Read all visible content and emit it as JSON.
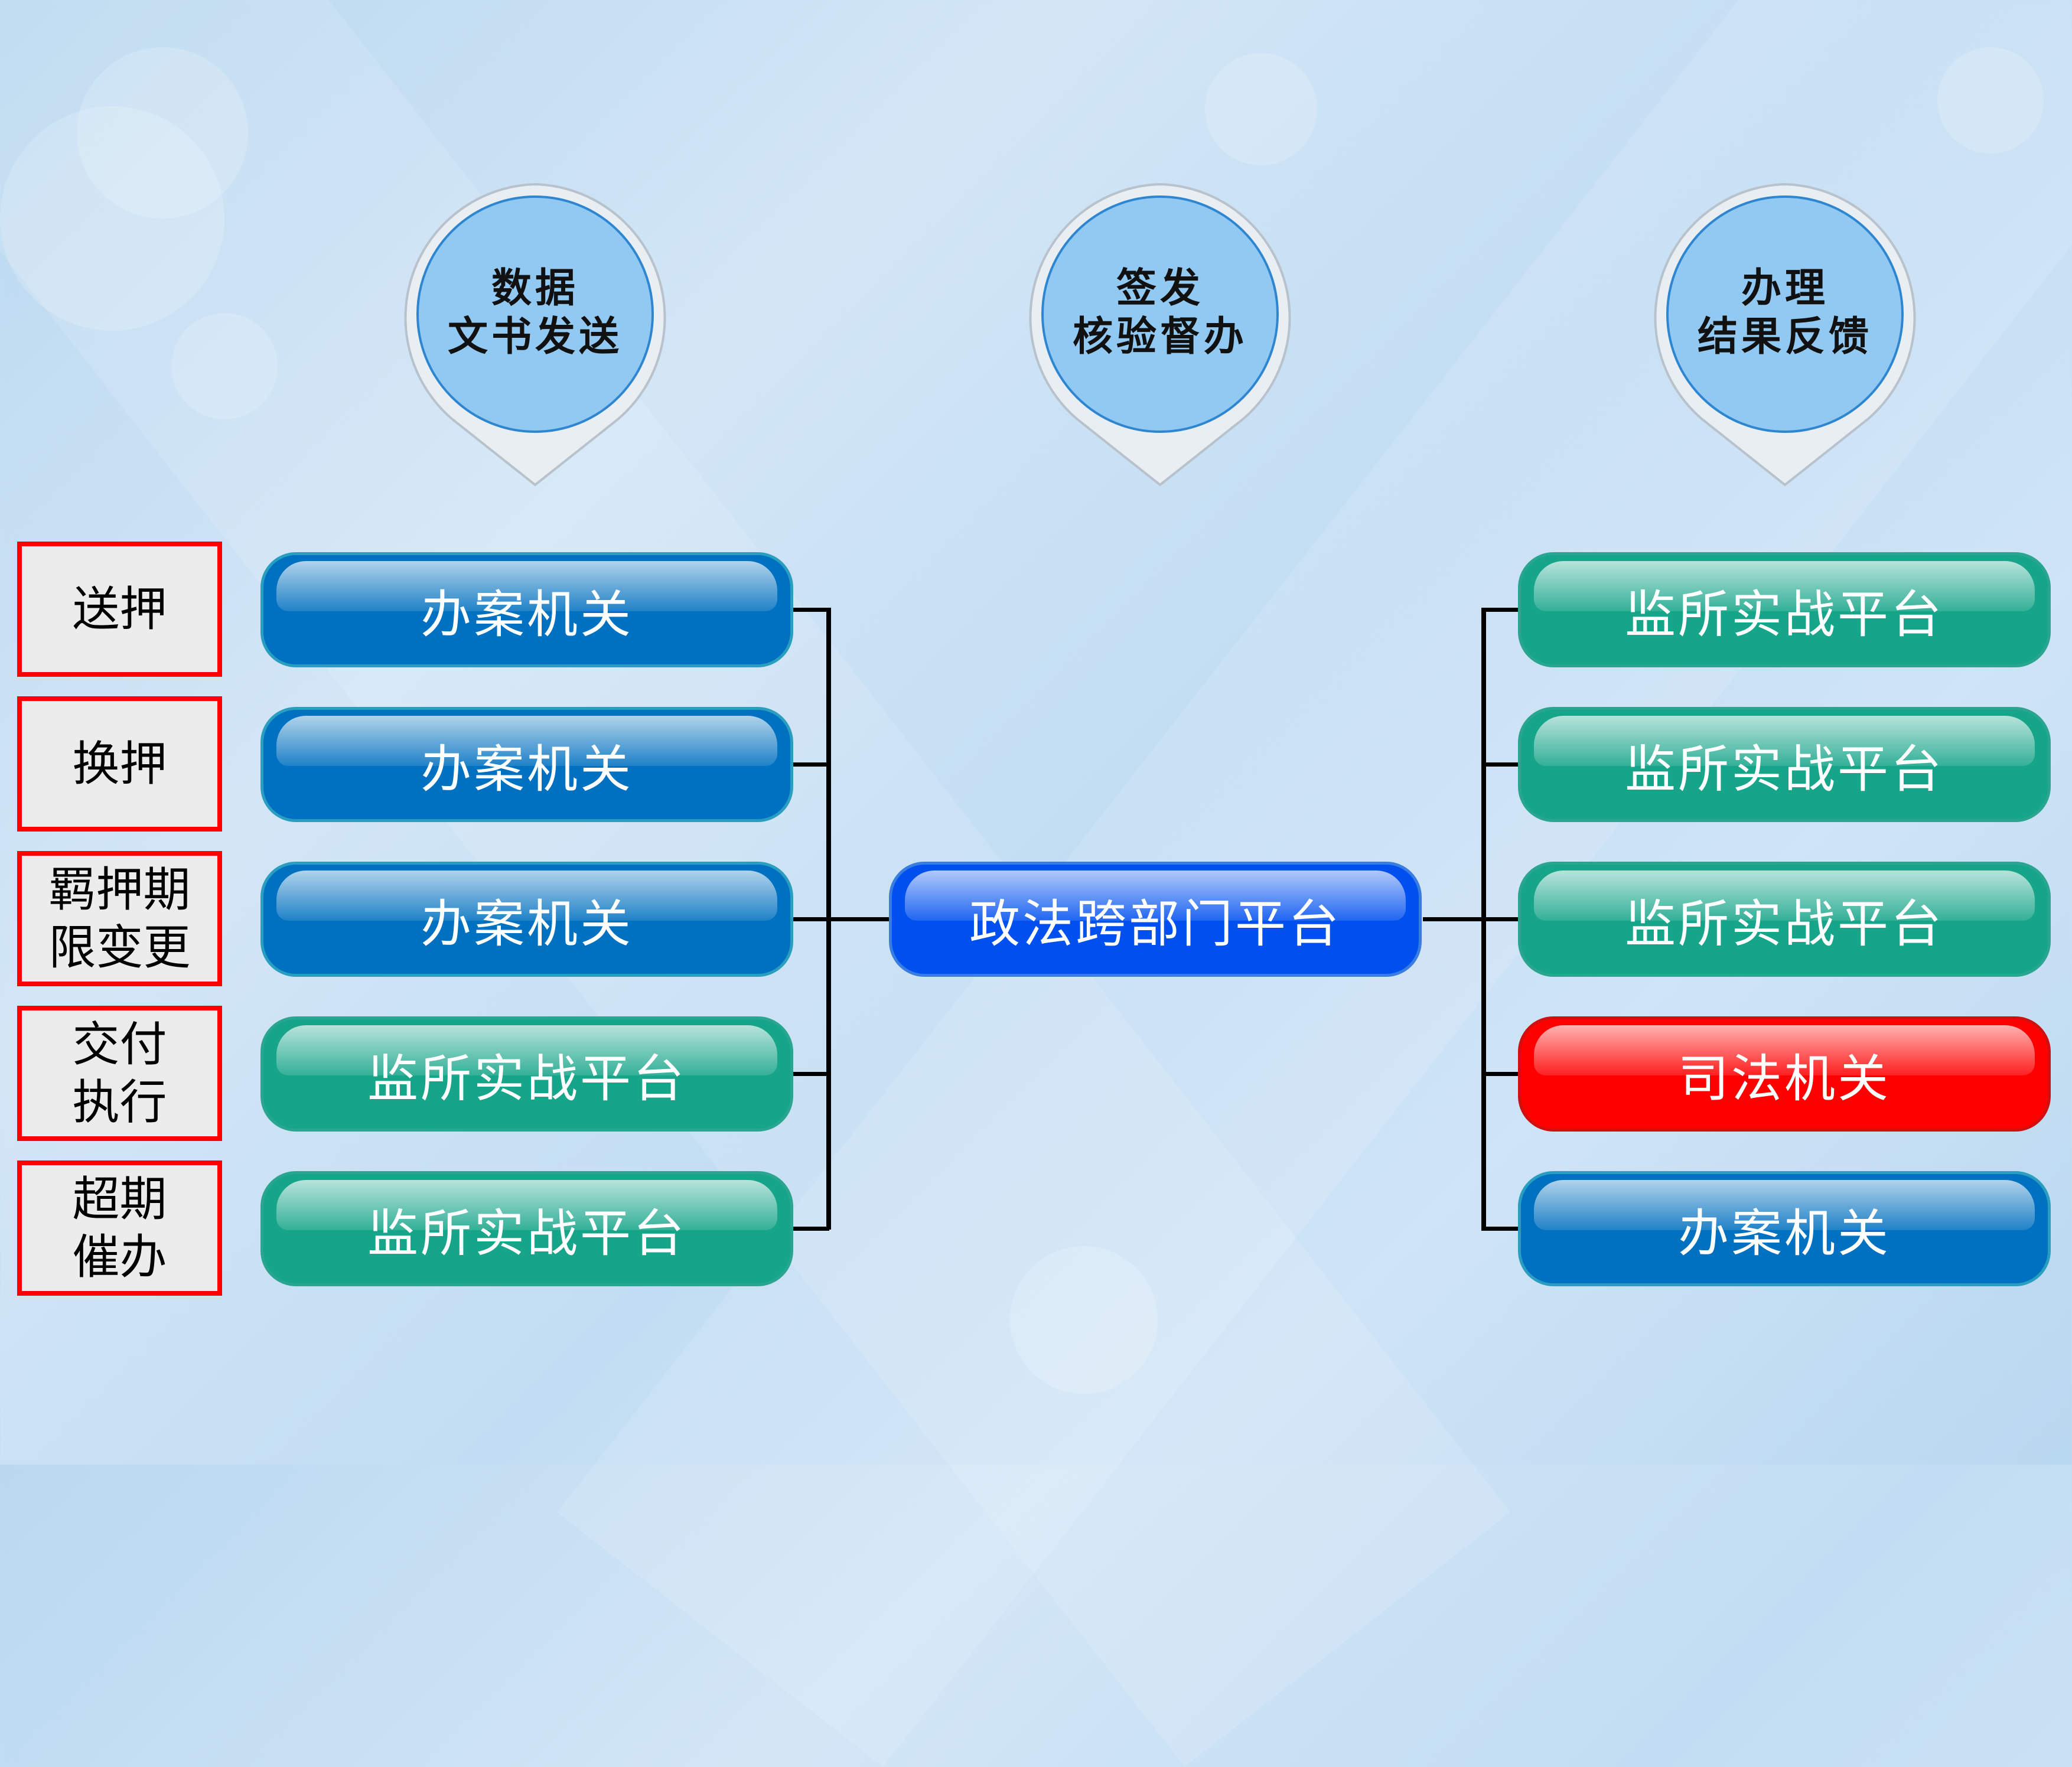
{
  "pins": [
    {
      "line1": "数据",
      "line2": "文书发送"
    },
    {
      "line1": "签发",
      "line2": "核验督办"
    },
    {
      "line1": "办理",
      "line2": "结果反馈"
    }
  ],
  "tags": [
    "送押",
    "换押",
    "羁押期\n限变更",
    "交付\n执行",
    "超期\n催办"
  ],
  "left_nodes": [
    "办案机关",
    "办案机关",
    "办案机关",
    "监所实战平台",
    "监所实战平台"
  ],
  "center_node": "政法跨部门平台",
  "right_nodes": [
    "监所实战平台",
    "监所实战平台",
    "监所实战平台",
    "司法机关",
    "办案机关"
  ],
  "colors": {
    "blue": "#0070c0",
    "green": "#17a589",
    "red": "#ff0000",
    "center": "#0050f0",
    "tag_border": "#ff0000"
  }
}
